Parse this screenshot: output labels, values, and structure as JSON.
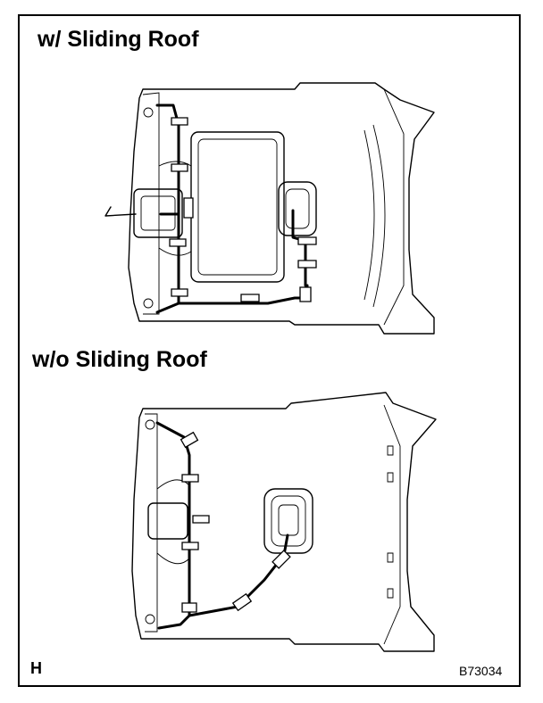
{
  "diagram": {
    "panel_top": {
      "heading": "w/ Sliding Roof"
    },
    "panel_bottom": {
      "heading": "w/o Sliding Roof"
    },
    "corner_letter": "H",
    "figure_id": "B73034"
  }
}
